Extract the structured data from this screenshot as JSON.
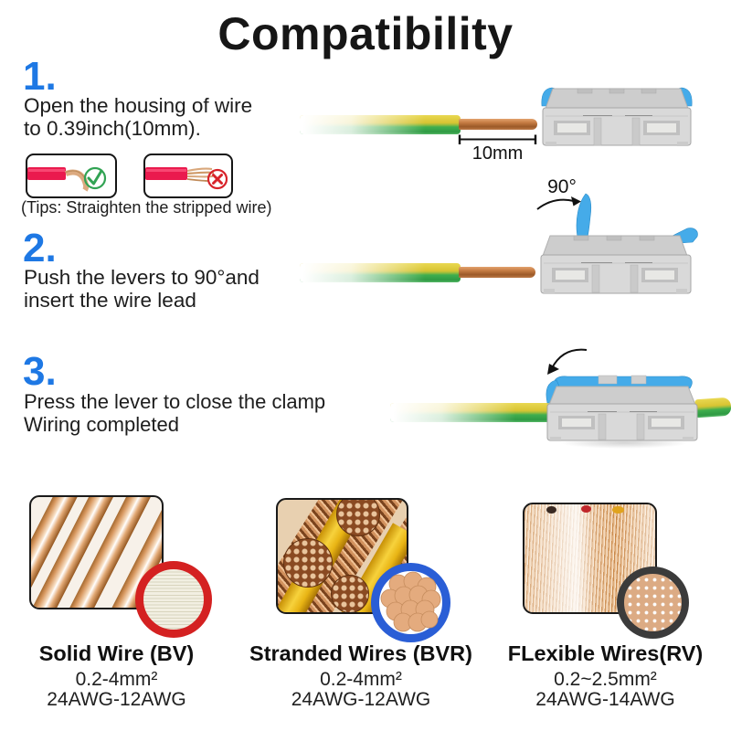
{
  "title": "Compatibility",
  "steps": [
    {
      "number": "1.",
      "line1": "Open the housing of wire",
      "line2": "to 0.39inch(10mm)."
    },
    {
      "number": "2.",
      "line1": "Push the levers to 90°and",
      "line2": "insert the wire lead"
    },
    {
      "number": "3.",
      "line1": "Press the lever to close the clamp",
      "line2": "Wiring completed"
    }
  ],
  "labels": {
    "measurement": "10mm",
    "angle": "90°",
    "tips_caption": "(Tips: Straighten the stripped wire)"
  },
  "icons": {
    "check_icon": "✓",
    "cross_icon": "✕",
    "rotate_arrow_icon": "↷",
    "close_arrow_icon": "↶"
  },
  "wire_types": [
    {
      "name": "Solid Wire (BV)",
      "size_range": "0.2-4mm²",
      "awg_range": "24AWG-12AWG",
      "ring_color": "#d42121"
    },
    {
      "name": "Stranded Wires (BVR)",
      "size_range": "0.2-4mm²",
      "awg_range": "24AWG-12AWG",
      "ring_color": "#2a5ed6"
    },
    {
      "name": "FLexible Wires(RV)",
      "size_range": "0.2~2.5mm²",
      "awg_range": "24AWG-14AWG",
      "ring_color": "#3b3b3b"
    }
  ],
  "colors": {
    "step_number_blue": "#1e78e4",
    "lever_blue": "#45abe9",
    "lever_blue_edge": "#2b8cc9",
    "check_green": "#31a353",
    "cross_red": "#d8232a",
    "insulation_yellow": "#d8c433",
    "insulation_green": "#3fae4e",
    "copper": "#c07a45",
    "tip_wire_red": "#ea1a4e"
  }
}
